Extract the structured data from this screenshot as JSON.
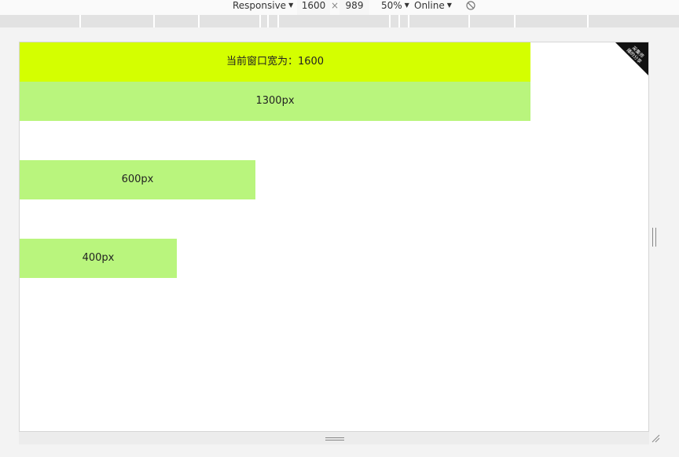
{
  "toolbar": {
    "device": "Responsive",
    "width": "1600",
    "times": "×",
    "height": "989",
    "zoom": "50%",
    "throttle": "Online",
    "rotate_icon": "rotate-icon"
  },
  "page": {
    "current_width_text": "当前窗口宽为：1600",
    "block_1300": "1300px",
    "block_600": "600px",
    "block_400": "400px",
    "ribbon_line1": "采集师",
    "ribbon_line2": "播的分享"
  },
  "colors": {
    "width_block": "#d4ff00",
    "size_block": "#b9f57d"
  }
}
